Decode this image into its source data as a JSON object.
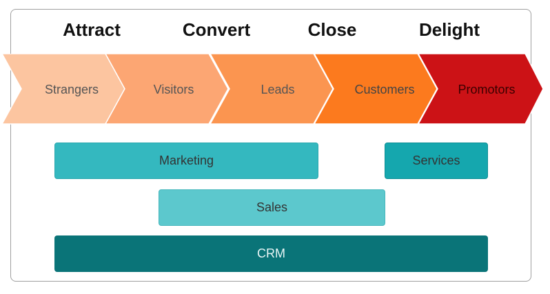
{
  "stages": [
    "Attract",
    "Convert",
    "Close",
    "Delight"
  ],
  "funnel": [
    {
      "label": "Strangers",
      "color": "#fcc5a0",
      "text_color": "#555555"
    },
    {
      "label": "Visitors",
      "color": "#fca673",
      "text_color": "#555555"
    },
    {
      "label": "Leads",
      "color": "#fb9550",
      "text_color": "#555555"
    },
    {
      "label": "Customers",
      "color": "#fc7a1e",
      "text_color": "#444444"
    },
    {
      "label": "Promotors",
      "color": "#cc1216",
      "text_color": "#3a0000"
    }
  ],
  "teams": {
    "marketing": {
      "label": "Marketing",
      "color": "#34b8bf"
    },
    "services": {
      "label": "Services",
      "color": "#15a7ae"
    },
    "sales": {
      "label": "Sales",
      "color": "#5cc8cd"
    },
    "crm": {
      "label": "CRM",
      "color": "#0a7478"
    }
  }
}
